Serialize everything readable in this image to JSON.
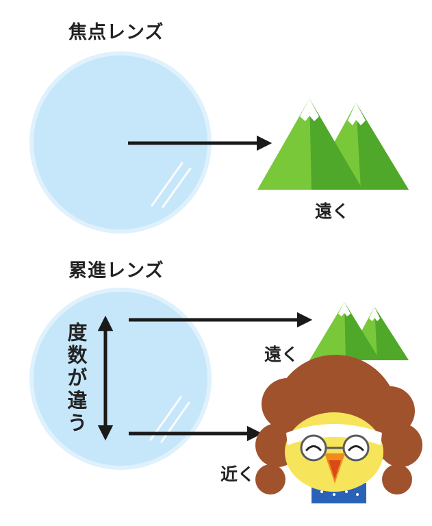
{
  "section_single": {
    "title": "焦点レンズ",
    "far_label": "遠く"
  },
  "section_progressive": {
    "title": "累進レンズ",
    "side_label": "度数が違う",
    "far_label": "遠く",
    "near_label": "近く"
  },
  "colors": {
    "lens_fill": "#c6e6fa",
    "lens_rim": "#dff1fc",
    "arrow": "#1a1a1a",
    "mountain_light": "#78c83a",
    "mountain_dark": "#4fa82a",
    "snow": "#ffffff",
    "mascot_mane": "#a0522d",
    "mascot_face": "#f6e45a",
    "mascot_beak": "#f08c1e"
  }
}
